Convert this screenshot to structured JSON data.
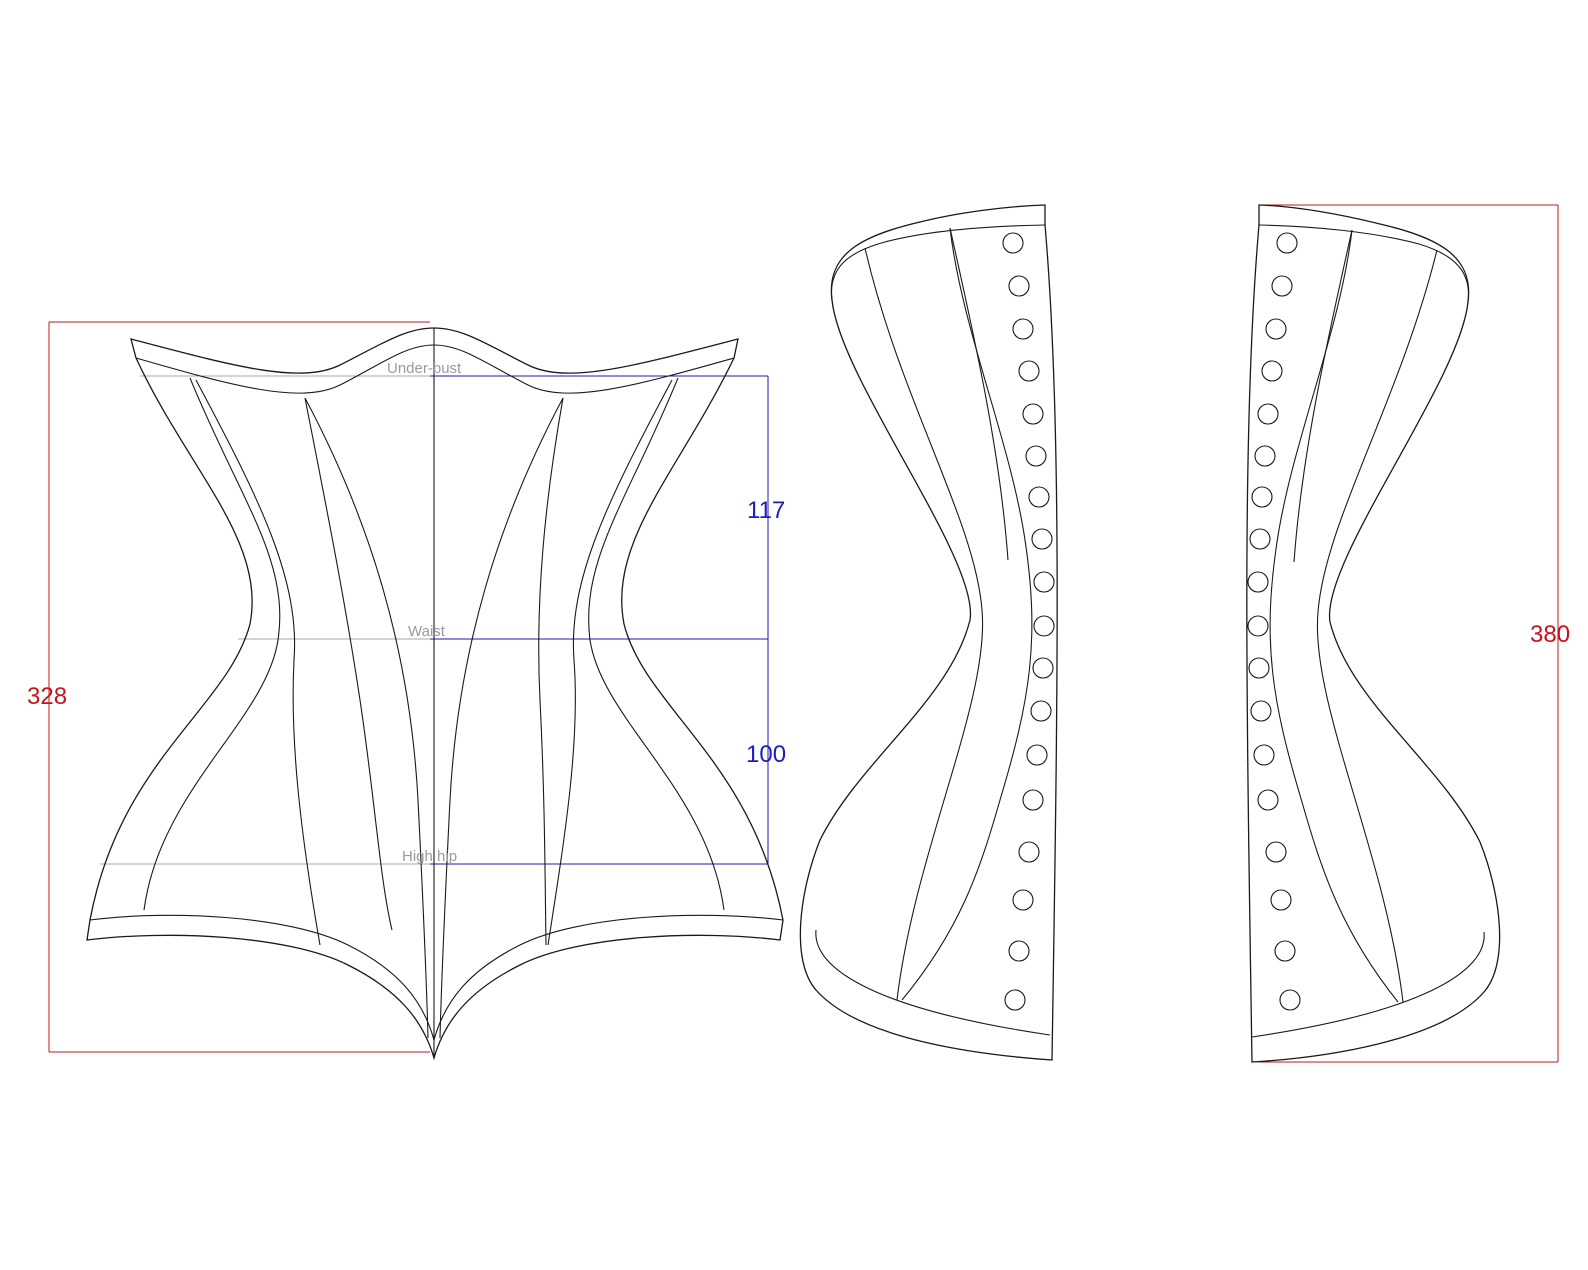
{
  "front_view": {
    "guide_lines": [
      "Under-bust",
      "Waist",
      "High hip"
    ],
    "overall_height": "328",
    "underbust_to_waist": "117",
    "waist_to_high_hip": "100"
  },
  "back_view": {
    "overall_height": "380"
  },
  "colors": {
    "outline": "#1a1a1a",
    "guide": "#a8a8a8",
    "dimension_red": "#c8141a",
    "dimension_blue": "#1c1cc0"
  }
}
